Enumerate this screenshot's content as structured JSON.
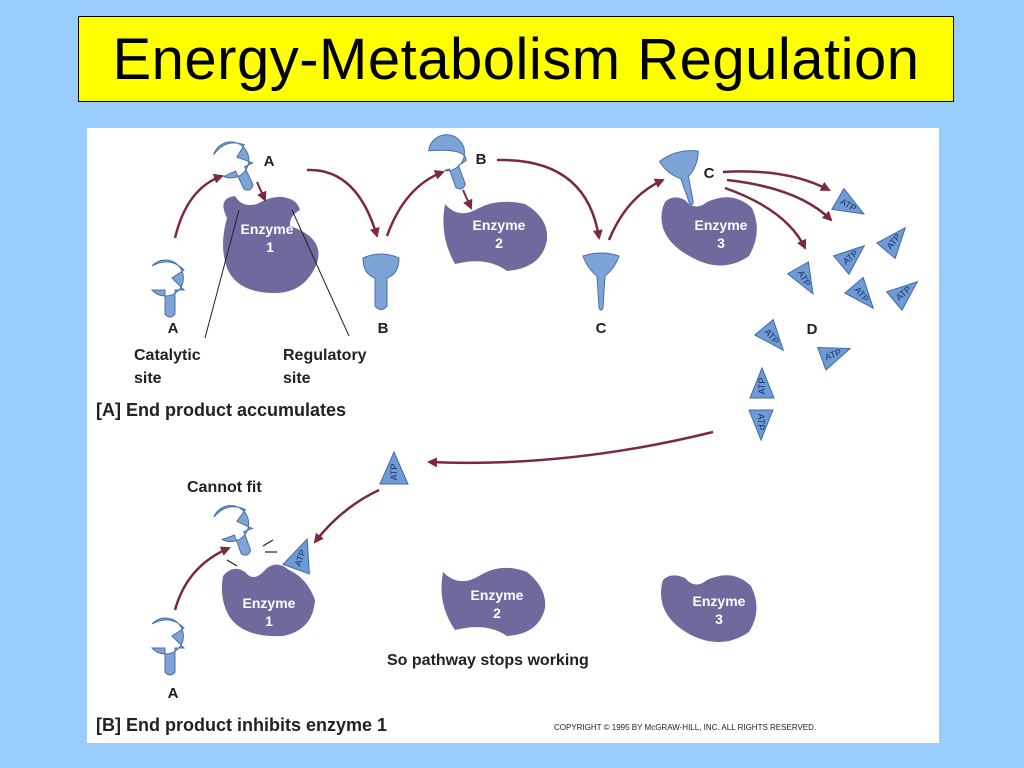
{
  "title": "Energy-Metabolism Regulation",
  "colors": {
    "background": "#99ccff",
    "title_box": "#ffff00",
    "panel": "#ffffff",
    "enzyme": "#6e6a9e",
    "substrate": "#7ea3d6",
    "arrow": "#7a2a3c"
  },
  "panel_a": {
    "substrate_a": "A",
    "substrate_b": "B",
    "substrate_c": "C",
    "substrate_d": "D",
    "enzyme1": [
      "Enzyme",
      "1"
    ],
    "enzyme2": [
      "Enzyme",
      "2"
    ],
    "enzyme3": [
      "Enzyme",
      "3"
    ],
    "catalytic_site": [
      "Catalytic",
      "site"
    ],
    "regulatory_site": [
      "Regulatory",
      "site"
    ],
    "caption": "[A]  End product accumulates",
    "atp_label": "ATP"
  },
  "panel_b": {
    "cannot_fit": "Cannot fit",
    "substrate_a": "A",
    "enzyme1": [
      "Enzyme",
      "1"
    ],
    "enzyme2": [
      "Enzyme",
      "2"
    ],
    "enzyme3": [
      "Enzyme",
      "3"
    ],
    "stops": "So pathway stops working",
    "caption": "[B]  End product inhibits enzyme 1"
  },
  "copyright": "COPYRIGHT © 1995 BY McGRAW-HILL, INC. ALL RIGHTS RESERVED."
}
